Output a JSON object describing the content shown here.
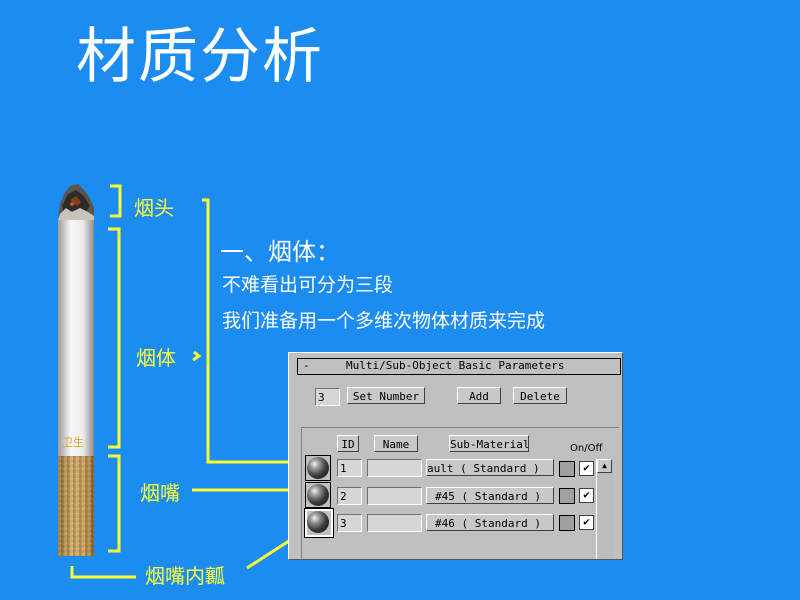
{
  "slide_title": "材质分析",
  "labels": {
    "tip": "烟头",
    "body": "烟体",
    "filter": "烟嘴",
    "filter_inner": "烟嘴内瓤"
  },
  "cigarette_brand": "卫生",
  "description": {
    "heading": "一、烟体：",
    "line1": "不难看出可分为三段",
    "line2": "我们准备用一个多维次物体材质来完成"
  },
  "panel": {
    "collapse_symbol": "-",
    "rollout_title": "Multi/Sub-Object Basic Parameters",
    "num_materials": "3",
    "set_number_label": "Set Number",
    "add_label": "Add",
    "delete_label": "Delete",
    "col_id": "ID",
    "col_name": "Name",
    "col_submaterial": "Sub-Material",
    "col_onoff": "On/Off",
    "rows": [
      {
        "id": "1",
        "name": "",
        "submaterial": "ault  ( Standard )",
        "on": "✔"
      },
      {
        "id": "2",
        "name": "",
        "submaterial": "#45  ( Standard )",
        "on": "✔"
      },
      {
        "id": "3",
        "name": "",
        "submaterial": "#46  ( Standard )",
        "on": "✔"
      }
    ]
  },
  "colors": {
    "background": "#1c8cf0",
    "annotation": "#ffff33",
    "text": "#ffffff",
    "panel": "#c0c0c0"
  }
}
